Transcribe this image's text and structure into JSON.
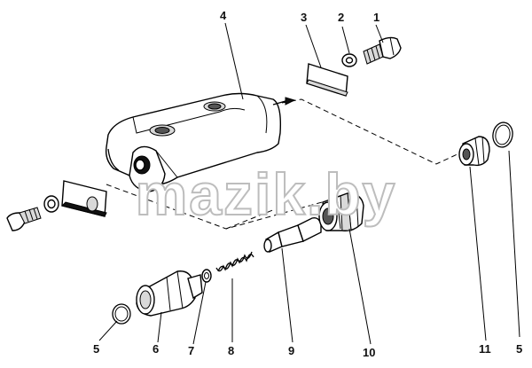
{
  "watermark": "mazik.by",
  "labels": {
    "p1": "1",
    "p2": "2",
    "p3": "3",
    "p4": "4",
    "p5a": "5",
    "p5b": "5",
    "p6": "6",
    "p7": "7",
    "p8": "8",
    "p9": "9",
    "p10": "10",
    "p11": "11"
  }
}
